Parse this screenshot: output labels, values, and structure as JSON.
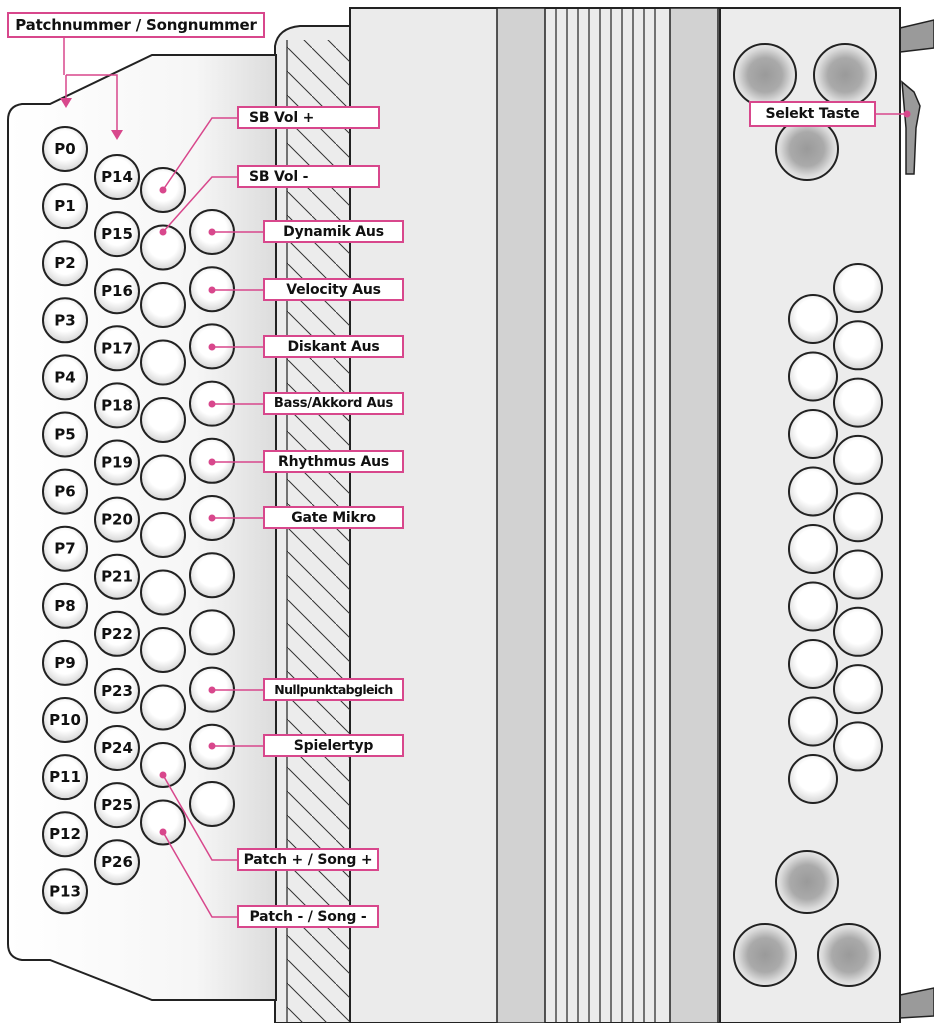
{
  "title_label": "Patchnummer / Songnummer",
  "select_label": "Selekt Taste",
  "patch_buttons_col1": [
    "P0",
    "P1",
    "P2",
    "P3",
    "P4",
    "P5",
    "P6",
    "P7",
    "P8",
    "P9",
    "P10",
    "P11",
    "P12",
    "P13"
  ],
  "patch_buttons_col2": [
    "P14",
    "P15",
    "P16",
    "P17",
    "P18",
    "P19",
    "P20",
    "P21",
    "P22",
    "P23",
    "P24",
    "P25",
    "P26"
  ],
  "function_labels": {
    "sb_vol_plus": "SB Vol +",
    "sb_vol_minus": "SB Vol -",
    "dynamik_aus": "Dynamik Aus",
    "velocity_aus": "Velocity Aus",
    "diskant_aus": "Diskant Aus",
    "bass_akkord_aus": "Bass/Akkord Aus",
    "rhythmus_aus": "Rhythmus Aus",
    "gate_mikro": "Gate Mikro",
    "nullpunktabgleich": "Nullpunktabgleich",
    "spielertyp": "Spielertyp",
    "patch_song_plus": "Patch + / Song +",
    "patch_song_minus": "Patch - / Song -"
  },
  "colors": {
    "accent": "#d8478c",
    "panel": "#ececec",
    "outline": "#222222",
    "grey_button": "#999999"
  }
}
